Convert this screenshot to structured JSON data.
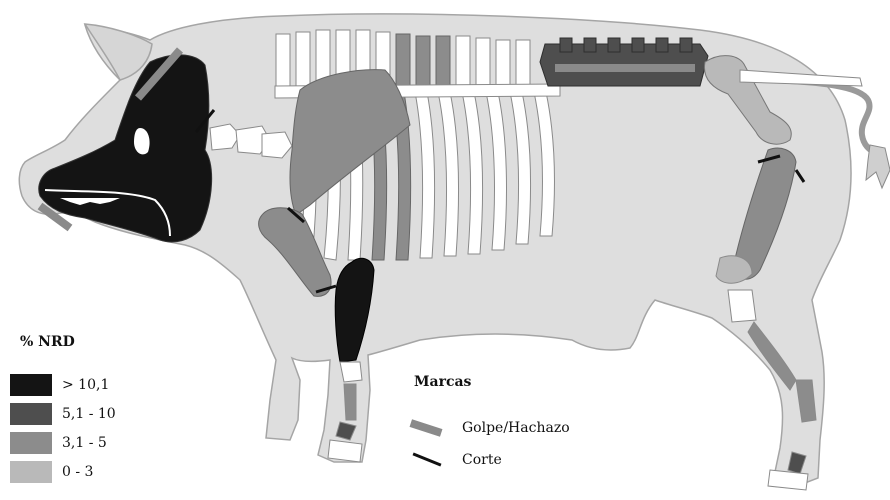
{
  "legend": {
    "title": "% NRD",
    "items": [
      {
        "label": "> 10,1",
        "color": "#141414"
      },
      {
        "label": "5,1 - 10",
        "color": "#4e4e4e"
      },
      {
        "label": "3,1 - 5",
        "color": "#8c8c8c"
      },
      {
        "label": "0 - 3",
        "color": "#b9b9b9"
      }
    ]
  },
  "marks": {
    "title": "Marcas",
    "items": [
      {
        "label": "Golpe/Hachazo",
        "color": "#8a8a8a",
        "icon": "thick-gray-bar"
      },
      {
        "label": "Corte",
        "color": "#111111",
        "icon": "thin-black-line"
      }
    ]
  },
  "colors": {
    "body_silhouette": "#dedede",
    "bone_white": "#ffffff",
    "outline": "#9a9a9a"
  }
}
